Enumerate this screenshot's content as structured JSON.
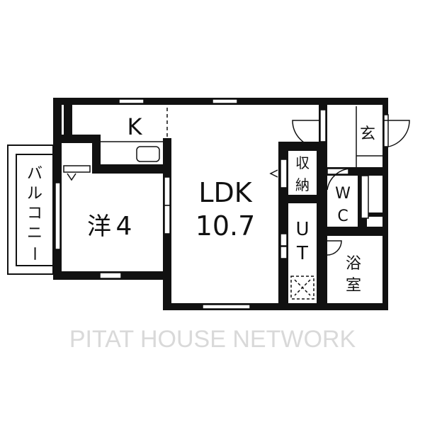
{
  "watermark": "PITAT HOUSE NETWORK",
  "rooms": {
    "kitchen": "K",
    "western_room": {
      "name": "洋",
      "size": "4"
    },
    "ldk": {
      "name": "LDK",
      "size": "10.7"
    },
    "storage": [
      "収",
      "納"
    ],
    "utility": [
      "U",
      "T"
    ],
    "wc": [
      "W",
      "C"
    ],
    "entrance": "玄",
    "bath": [
      "浴",
      "室"
    ],
    "balcony": [
      "バ",
      "ル",
      "コ",
      "ニ",
      "ー"
    ]
  }
}
